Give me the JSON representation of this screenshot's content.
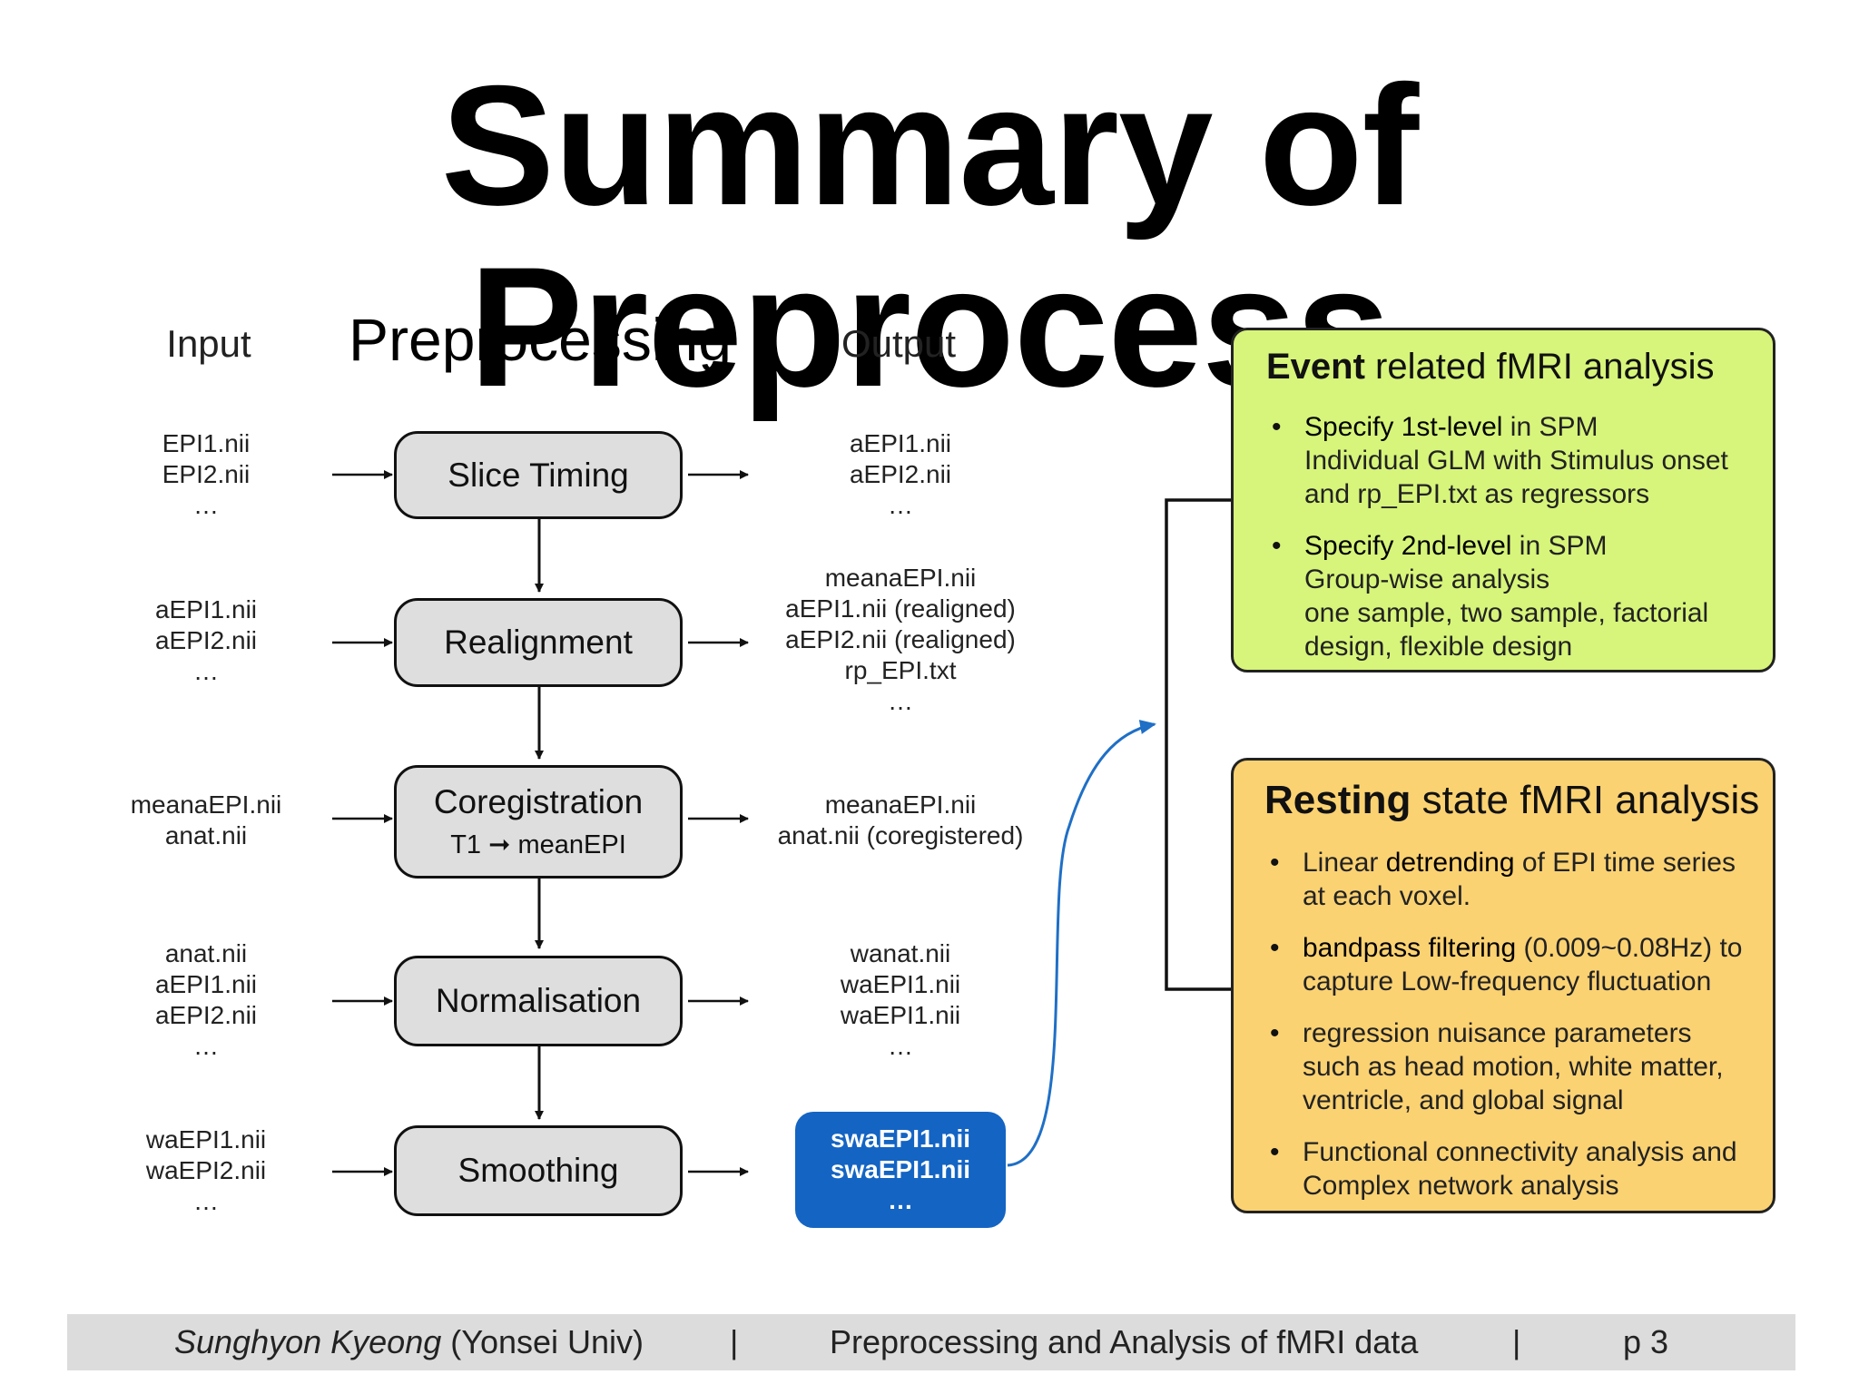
{
  "title": "Summary of Preprocess",
  "columns": {
    "input": "Input",
    "preprocessing": "Preprocessing",
    "output": "Output"
  },
  "steps": [
    {
      "label": "Slice Timing",
      "sub": "",
      "inputs": [
        "EPI1.nii",
        "EPI2.nii",
        "…"
      ],
      "outputs": [
        "aEPI1.nii",
        "aEPI2.nii",
        "…"
      ]
    },
    {
      "label": "Realignment",
      "sub": "",
      "inputs": [
        "aEPI1.nii",
        "aEPI2.nii",
        "…"
      ],
      "outputs": [
        "meanaEPI.nii",
        "aEPI1.nii (realigned)",
        "aEPI2.nii (realigned)",
        "rp_EPI.txt",
        "…"
      ]
    },
    {
      "label": "Coregistration",
      "sub": "T1 ➞ meanEPI",
      "inputs": [
        "meanaEPI.nii",
        "anat.nii"
      ],
      "outputs": [
        "meanaEPI.nii",
        "anat.nii (coregistered)"
      ]
    },
    {
      "label": "Normalisation",
      "sub": "",
      "inputs": [
        "anat.nii",
        "aEPI1.nii",
        "aEPI2.nii",
        "…"
      ],
      "outputs": [
        "wanat.nii",
        "waEPI1.nii",
        "waEPI1.nii",
        "…"
      ]
    },
    {
      "label": "Smoothing",
      "sub": "",
      "inputs": [
        "waEPI1.nii",
        "waEPI2.nii",
        "…"
      ],
      "outputs": [
        "swaEPI1.nii",
        "swaEPI1.nii",
        "…"
      ]
    }
  ],
  "event_panel": {
    "title_bold": "Event",
    "title_rest": " related fMRI analysis",
    "items": [
      {
        "bold": "Specify 1st-level",
        "rest": " in SPM",
        "lines": [
          "Individual GLM with Stimulus onset",
          "and rp_EPI.txt as regressors"
        ]
      },
      {
        "bold": "Specify 2nd-level",
        "rest": " in SPM",
        "lines": [
          "Group-wise analysis",
          "one sample, two sample, factorial",
          "design, flexible design"
        ]
      }
    ],
    "color": "#d7f57a"
  },
  "resting_panel": {
    "title_bold": "Resting",
    "title_rest": " state fMRI analysis",
    "items": [
      {
        "pre": "Linear ",
        "bold": "detrending",
        "post": " of EPI time series",
        "line2": "at each voxel."
      },
      {
        "pre": "",
        "bold": "bandpass filtering",
        "post": " (0.009~0.08Hz) to",
        "line2": "capture Low-frequency fluctuation"
      },
      {
        "line1": "regression nuisance parameters",
        "line2": "such as head motion, white matter,",
        "line3": "ventricle, and global signal"
      },
      {
        "line1": "Functional connectivity analysis and",
        "line2": "Complex network analysis"
      }
    ],
    "color": "#fbd272"
  },
  "output_highlight_color": "#1464c3",
  "footer": {
    "author": "Sunghyon Kyeong",
    "affiliation": " (Yonsei Univ)",
    "sep1": "|",
    "course": "Preprocessing and Analysis of fMRI data",
    "sep2": "|",
    "page": "p  3"
  }
}
